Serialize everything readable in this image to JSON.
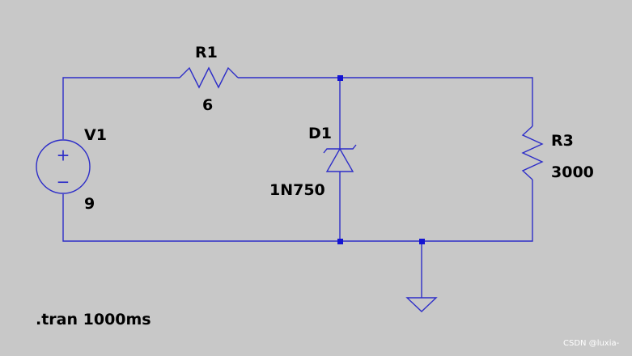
{
  "components": {
    "v1": {
      "name": "V1",
      "value": "9"
    },
    "r1": {
      "name": "R1",
      "value": "6"
    },
    "d1": {
      "name": "D1",
      "value": "1N750"
    },
    "r3": {
      "name": "R3",
      "value": "3000"
    }
  },
  "directive": ".tran 1000ms",
  "watermark": "CSDN @luxia-",
  "colors": {
    "background": "#c8c8c8",
    "wire": "#2d2dc8",
    "node": "#1414d2",
    "component": "#000000",
    "label": "#000000"
  },
  "symbols": {
    "v1_plus": "+",
    "v1_minus": "−"
  }
}
